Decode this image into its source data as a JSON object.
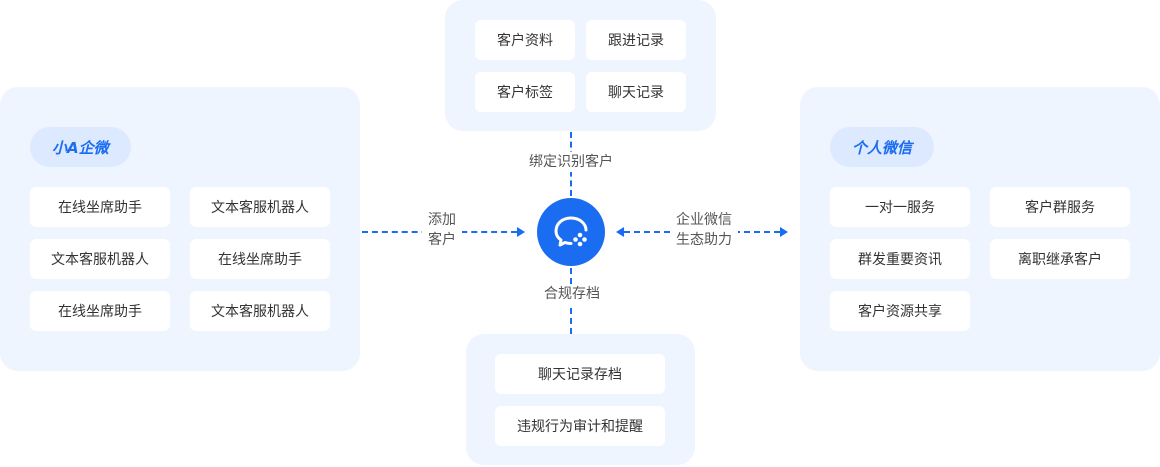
{
  "top_panel": {
    "items": [
      "客户资料",
      "跟进记录",
      "客户标签",
      "聊天记录"
    ]
  },
  "left_panel": {
    "badge": "小A企微",
    "items": [
      "在线坐席助手",
      "文本客服机器人",
      "文本客服机器人",
      "在线坐席助手",
      "在线坐席助手",
      "文本客服机器人"
    ]
  },
  "right_panel": {
    "badge": "个人微信",
    "items": [
      "一对一服务",
      "客户群服务",
      "群发重要资讯",
      "离职继承客户",
      "客户资源共享"
    ]
  },
  "bottom_panel": {
    "items": [
      "聊天记录存档",
      "违规行为审计和提醒"
    ]
  },
  "connectors": {
    "top": "绑定识别客户",
    "bottom": "合规存档",
    "left_line1": "添加",
    "left_line2": "客户",
    "right_line1": "企业微信",
    "right_line2": "生态助力"
  },
  "hub": {
    "icon": "wecom-chat-icon"
  },
  "colors": {
    "accent": "#1a6cf0",
    "panel": "#eef5ff",
    "badge_bg": "#dde9ff"
  }
}
